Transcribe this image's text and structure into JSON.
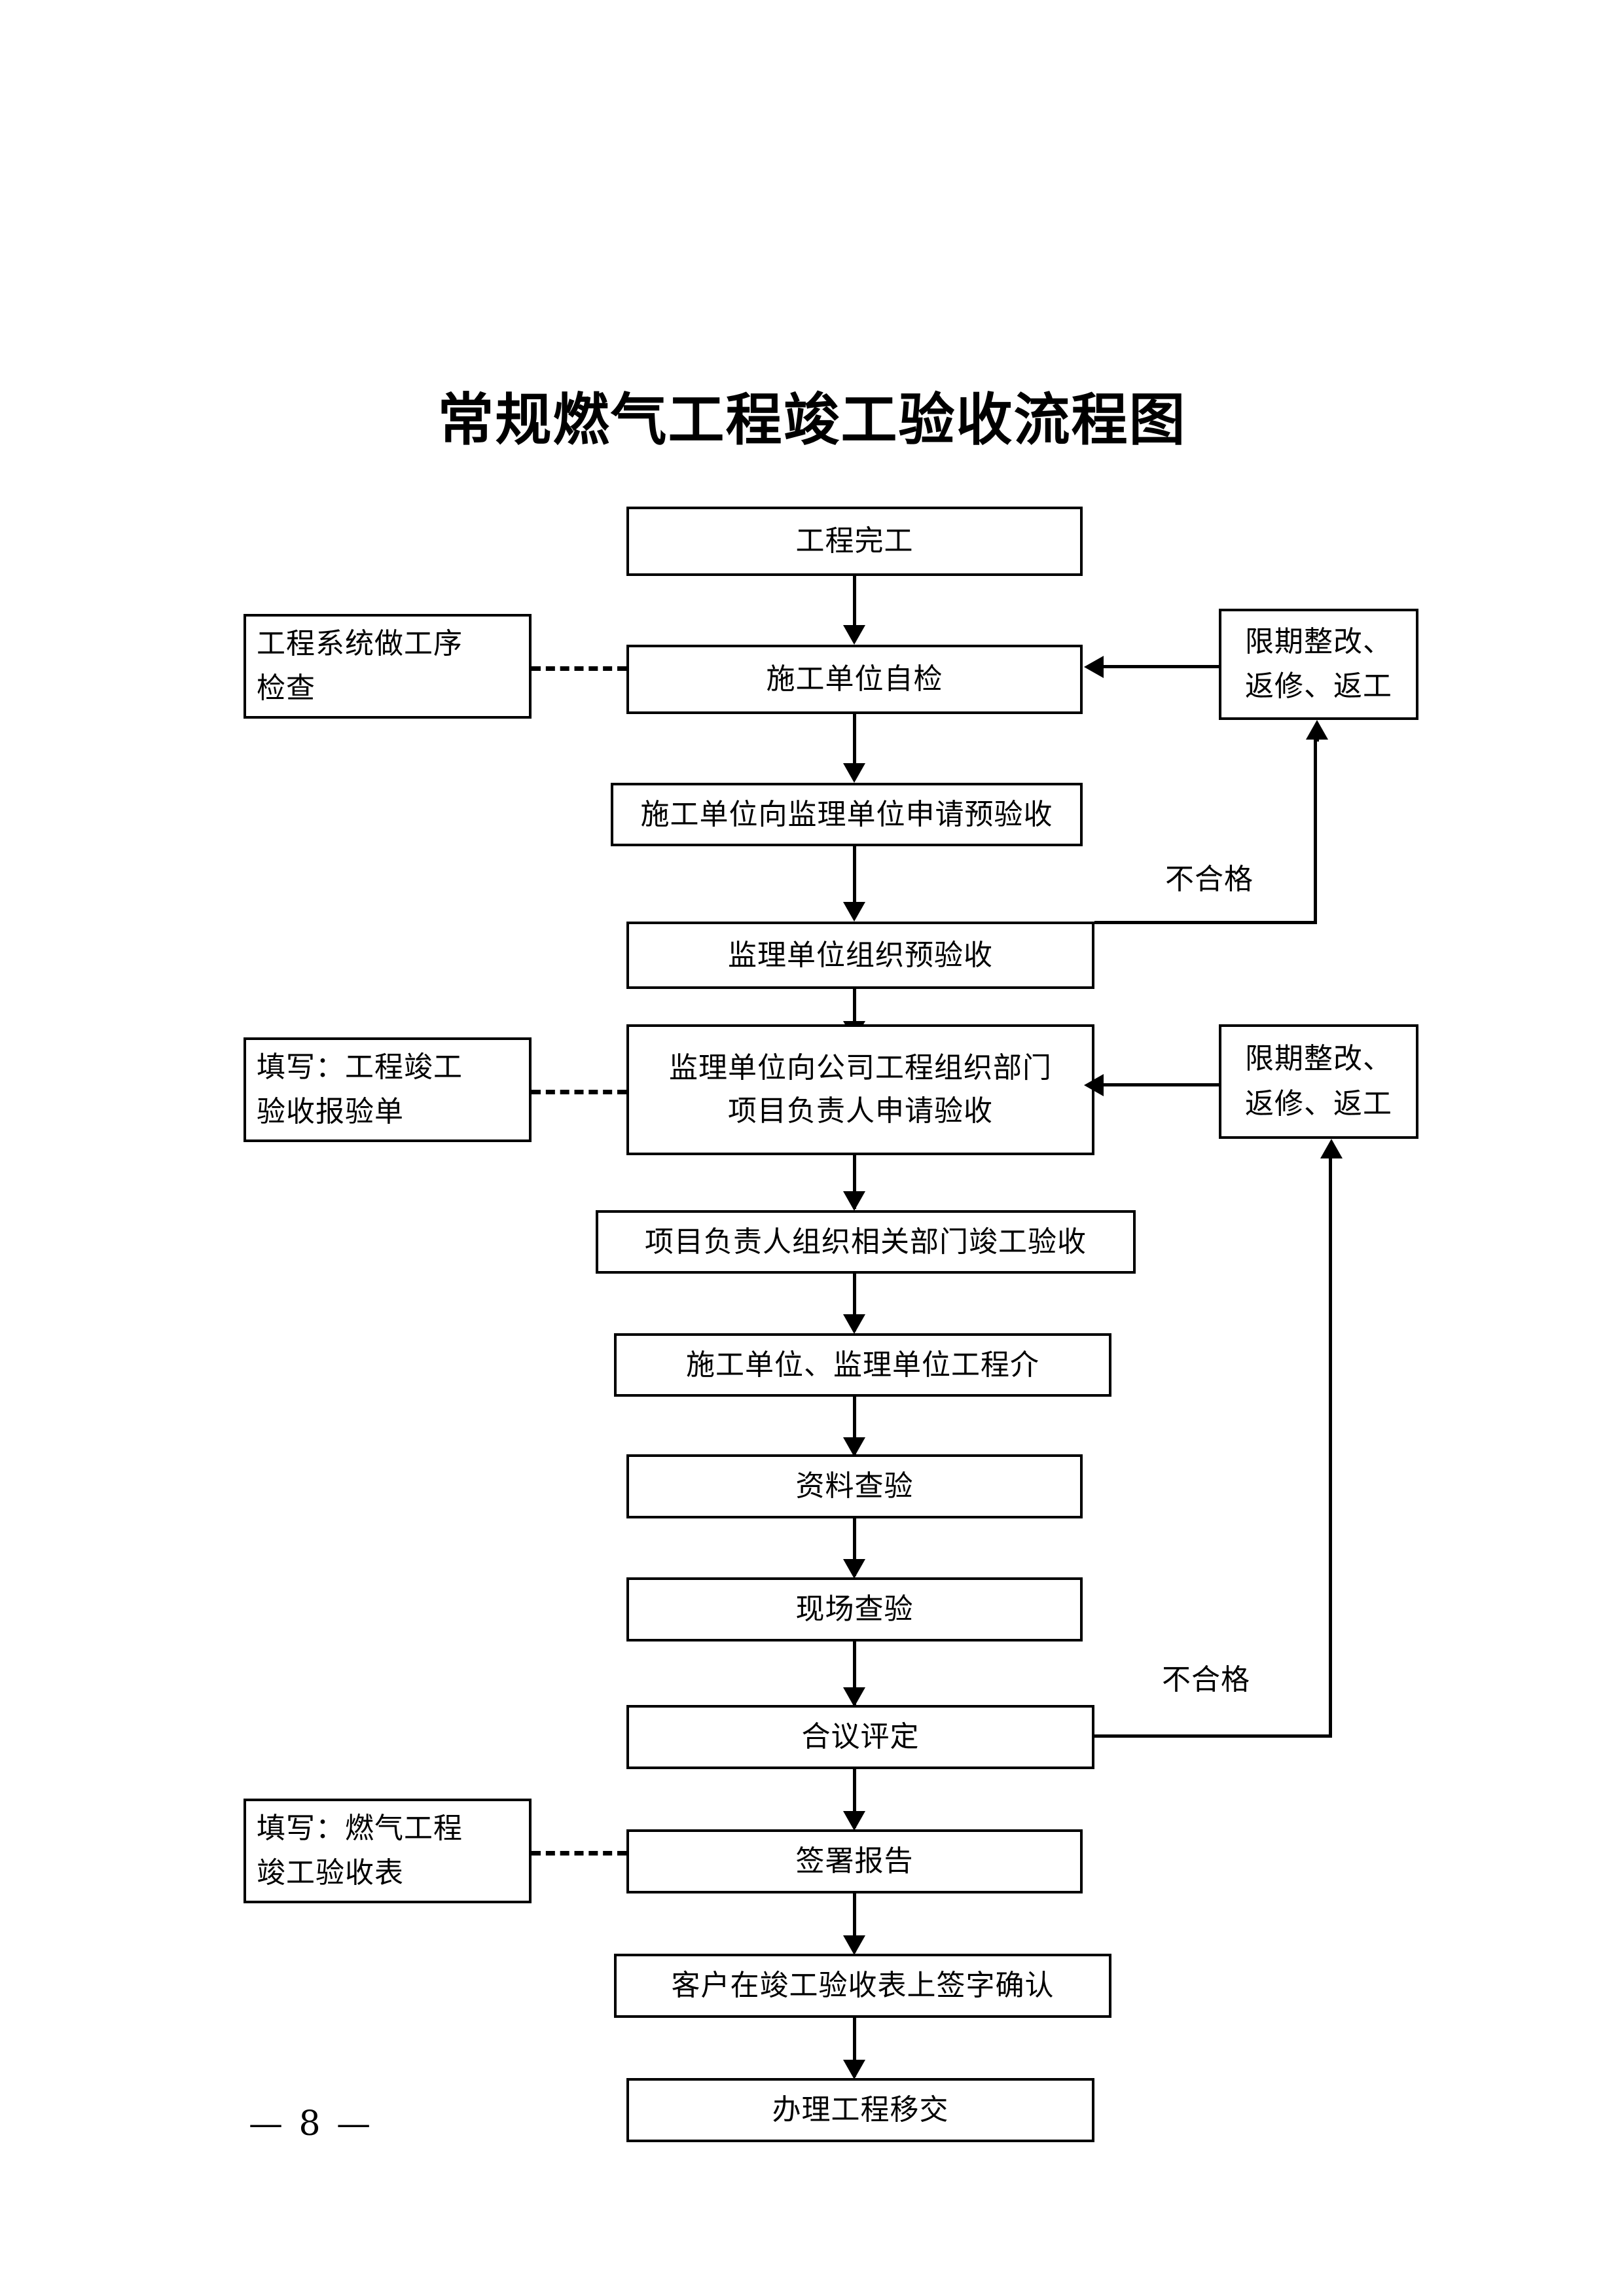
{
  "document": {
    "title": "常规燃气工程竣工验收流程图",
    "page_number": "— 8 —"
  },
  "flowchart": {
    "type": "flowchart",
    "orientation": "top-to-bottom",
    "main_nodes": [
      {
        "id": "n1",
        "label": "工程完工"
      },
      {
        "id": "n2",
        "label": "施工单位自检"
      },
      {
        "id": "n3",
        "label": "施工单位向监理单位申请预验收"
      },
      {
        "id": "n4",
        "label": "监理单位组织预验收"
      },
      {
        "id": "n5",
        "label": "监理单位向公司工程组织部门\n项目负责人申请验收"
      },
      {
        "id": "n6",
        "label": "项目负责人组织相关部门竣工验收"
      },
      {
        "id": "n7",
        "label": "施工单位、监理单位工程介"
      },
      {
        "id": "n8",
        "label": "资料查验"
      },
      {
        "id": "n9",
        "label": "现场查验"
      },
      {
        "id": "n10",
        "label": "合议评定"
      },
      {
        "id": "n11",
        "label": "签署报告"
      },
      {
        "id": "n12",
        "label": "客户在竣工验收表上签字确认"
      },
      {
        "id": "n13",
        "label": "办理工程移交"
      }
    ],
    "side_notes_left": [
      {
        "id": "ln1",
        "label": "工程系统做工序\n检查",
        "attached_to": "n2"
      },
      {
        "id": "ln2",
        "label": "填写：工程竣工\n验收报验单",
        "attached_to": "n5"
      },
      {
        "id": "ln3",
        "label": "填写：燃气工程\n竣工验收表",
        "attached_to": "n11"
      }
    ],
    "side_notes_right": [
      {
        "id": "rn1",
        "label": "限期整改、\n返修、返工",
        "feeds_into": "n2",
        "fed_from": "n4"
      },
      {
        "id": "rn2",
        "label": "限期整改、\n返修、返工",
        "feeds_into": "n5",
        "fed_from": "n10"
      }
    ],
    "edge_labels": [
      {
        "id": "el1",
        "label": "不合格",
        "from": "n4",
        "to": "rn1"
      },
      {
        "id": "el2",
        "label": "不合格",
        "from": "n10",
        "to": "rn2"
      }
    ]
  },
  "colors": {
    "stroke": "#000000",
    "fill": "#ffffff",
    "text": "#000000"
  }
}
